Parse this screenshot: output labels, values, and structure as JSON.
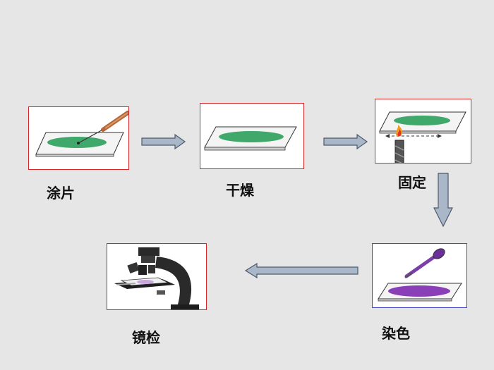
{
  "steps": [
    {
      "label": "涂片"
    },
    {
      "label": "干燥"
    },
    {
      "label": "固定"
    },
    {
      "label": "染色"
    },
    {
      "label": "镜检"
    }
  ],
  "colors": {
    "frame_red": "#d9252a",
    "frame_blue": "#4a4ac0",
    "smear_green": "#3fa86a",
    "stain_purple": "#8a3fb8",
    "arrow_fill": "#a9b7c9",
    "arrow_stroke": "#4d5a6b"
  }
}
